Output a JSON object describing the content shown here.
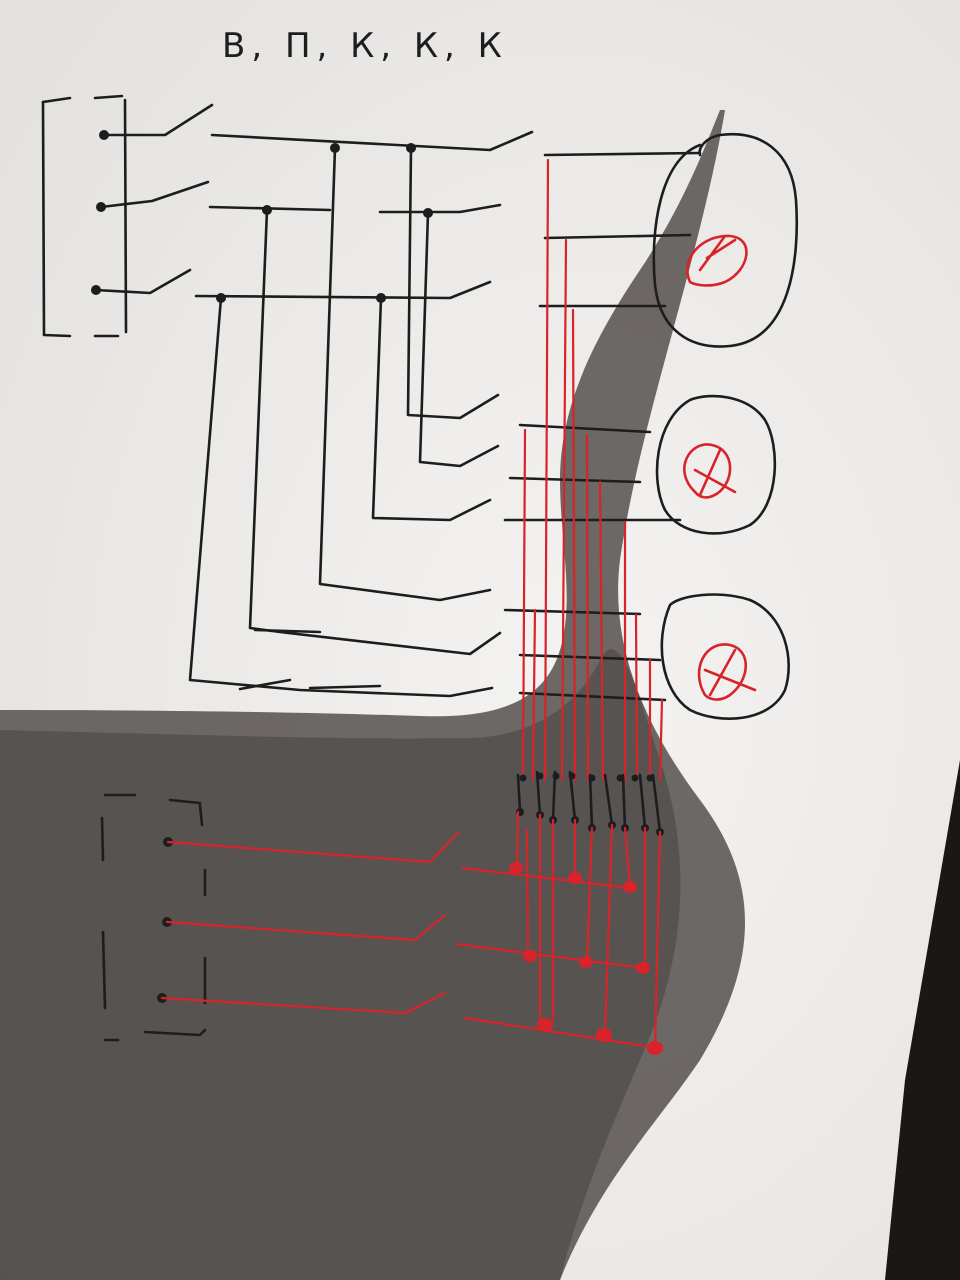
{
  "title": "В, П, К, К, К",
  "colors": {
    "paper": "#efedea",
    "shadow": "#4a4644",
    "ink_black": "#1d1d1f",
    "ink_red": "#d8232a",
    "background": "#1a1715"
  },
  "components": {
    "motors": [
      {
        "symbol": "motor-m-symbol"
      },
      {
        "symbol": "motor-m-symbol"
      },
      {
        "symbol": "motor-m-symbol"
      }
    ]
  }
}
